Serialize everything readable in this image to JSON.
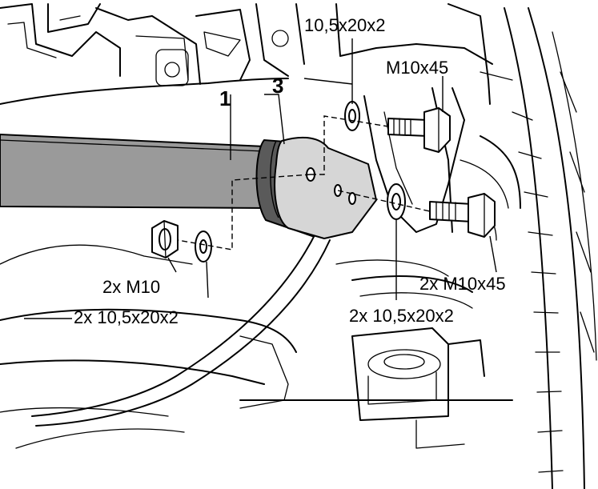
{
  "labels": {
    "part_1": "1",
    "part_3": "3",
    "washer_top": "10,5x20x2",
    "bolt_top": "M10x45",
    "nut_left": "2x M10",
    "washer_left": "2x 10,5x20x2",
    "bolt_right": "2x M10x45",
    "washer_bottom": "2x 10,5x20x2"
  },
  "colors": {
    "line": "#000000",
    "bar_fill": "#9a9a9a",
    "bushing_fill": "#5a5a5a",
    "bracket_fill": "#d6d6d6",
    "background": "#ffffff"
  }
}
